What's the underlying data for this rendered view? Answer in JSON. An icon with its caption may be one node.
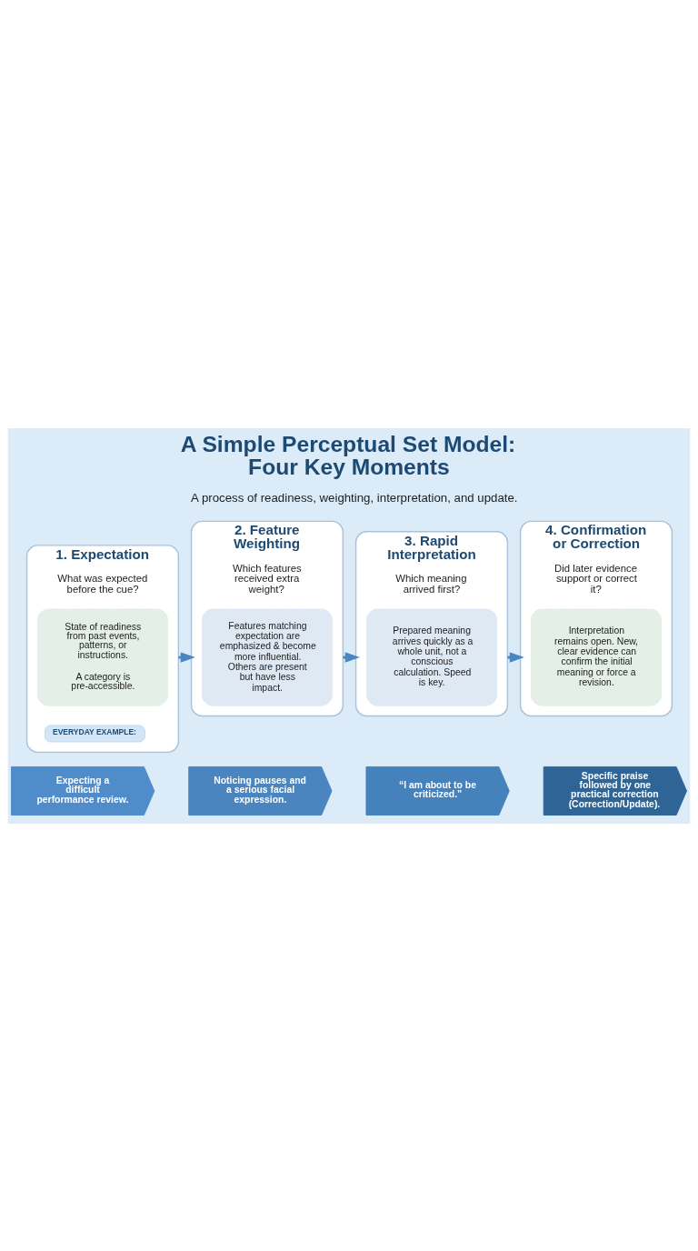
{
  "diagram": {
    "title": "A Simple Perceptual Set Model: Four Key Moments",
    "nodes": [
      {
        "text": [
          "1. Expectation",
          "What was expected before the cue?"
        ]
      },
      {
        "text": [
          "State of readiness from past events, patterns, or instructions.",
          "A category is pre-accessible."
        ],
        "in": 0
      },
      {
        "text": [
          "EVERYDAY EXAMPLE:"
        ],
        "in": 0
      },
      {
        "text": [
          "Expecting a difficult performance review."
        ]
      },
      {
        "text": [
          "2. Feature Weighting",
          "Which features received extra weight?"
        ]
      },
      {
        "text": [
          "Features matching expectation are emphasized & become more influential. Others are present but have less impact."
        ],
        "in": 4
      },
      {
        "text": [
          "Noticing pauses and a serious facial expression."
        ]
      },
      {
        "text": [
          "3. Rapid Interpretation",
          "Which meaning arrived first?"
        ]
      },
      {
        "text": [
          "Prepared meaning arrives quickly as a whole unit, not a conscious calculation. Speed is key."
        ],
        "in": 7
      },
      {
        "text": [
          "“I am about to be criticized.”"
        ]
      },
      {
        "text": [
          "4. Confirmation or Correction",
          "Did later evidence support or correct it?"
        ]
      },
      {
        "text": [
          "Interpretation remains open. New, clear evidence can confirm the initial meaning or force a revision."
        ],
        "in": 10
      },
      {
        "text": [
          "Specific praise followed by one practical correction (Correction/Update)."
        ]
      }
    ],
    "edges": [
      {
        "from": 0,
        "to": 4,
        "arrow": "to"
      },
      {
        "from": 4,
        "to": 7,
        "arrow": "to"
      },
      {
        "from": 7,
        "to": 10,
        "arrow": "to"
      }
    ],
    "labels": [
      "A process of readiness, weighting, interpretation, and update."
    ]
  }
}
